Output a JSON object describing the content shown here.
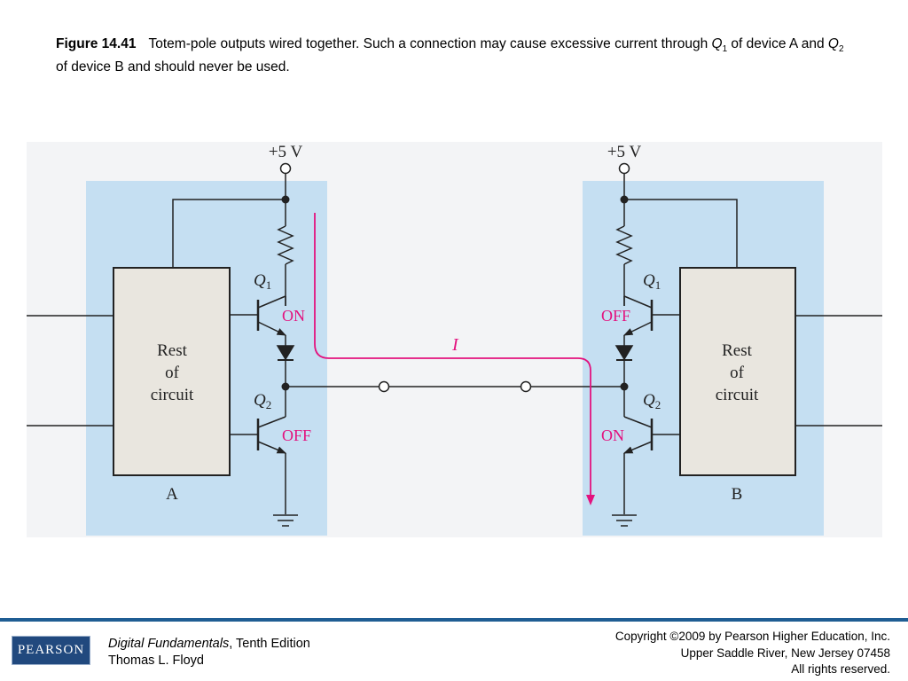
{
  "caption": {
    "figure_label": "Figure 14.41",
    "text_1": "Totem-pole outputs wired together. Such a connection may cause excessive current through ",
    "q1_symbol": "Q",
    "q1_sub": "1",
    "text_2": " of device A and ",
    "q2_symbol": "Q",
    "q2_sub": "2",
    "text_3": " of device B and should never be used."
  },
  "diagram": {
    "supply_left": "+5 V",
    "supply_right": "+5 V",
    "block_left_lines": [
      "Rest",
      "of",
      "circuit"
    ],
    "block_right_lines": [
      "Rest",
      "of",
      "circuit"
    ],
    "device_left": "A",
    "device_right": "B",
    "q_symbol": "Q",
    "q1_sub": "1",
    "q2_sub": "2",
    "left_q1_state": "ON",
    "left_q2_state": "OFF",
    "right_q1_state": "OFF",
    "right_q2_state": "ON",
    "current_label": "I",
    "colors": {
      "panel": "#c5dff2",
      "current": "#e3127e",
      "state_text": "#e3127e",
      "block_fill": "#e9e6df",
      "wire": "#222222"
    }
  },
  "footer": {
    "logo": "PEARSON",
    "book_title": "Digital Fundamentals",
    "book_edition": ", Tenth Edition",
    "author": "Thomas L. Floyd",
    "copyright_1": "Copyright ©2009 by Pearson Higher Education, Inc.",
    "copyright_2": "Upper Saddle River, New Jersey 07458",
    "copyright_3": "All rights reserved."
  }
}
